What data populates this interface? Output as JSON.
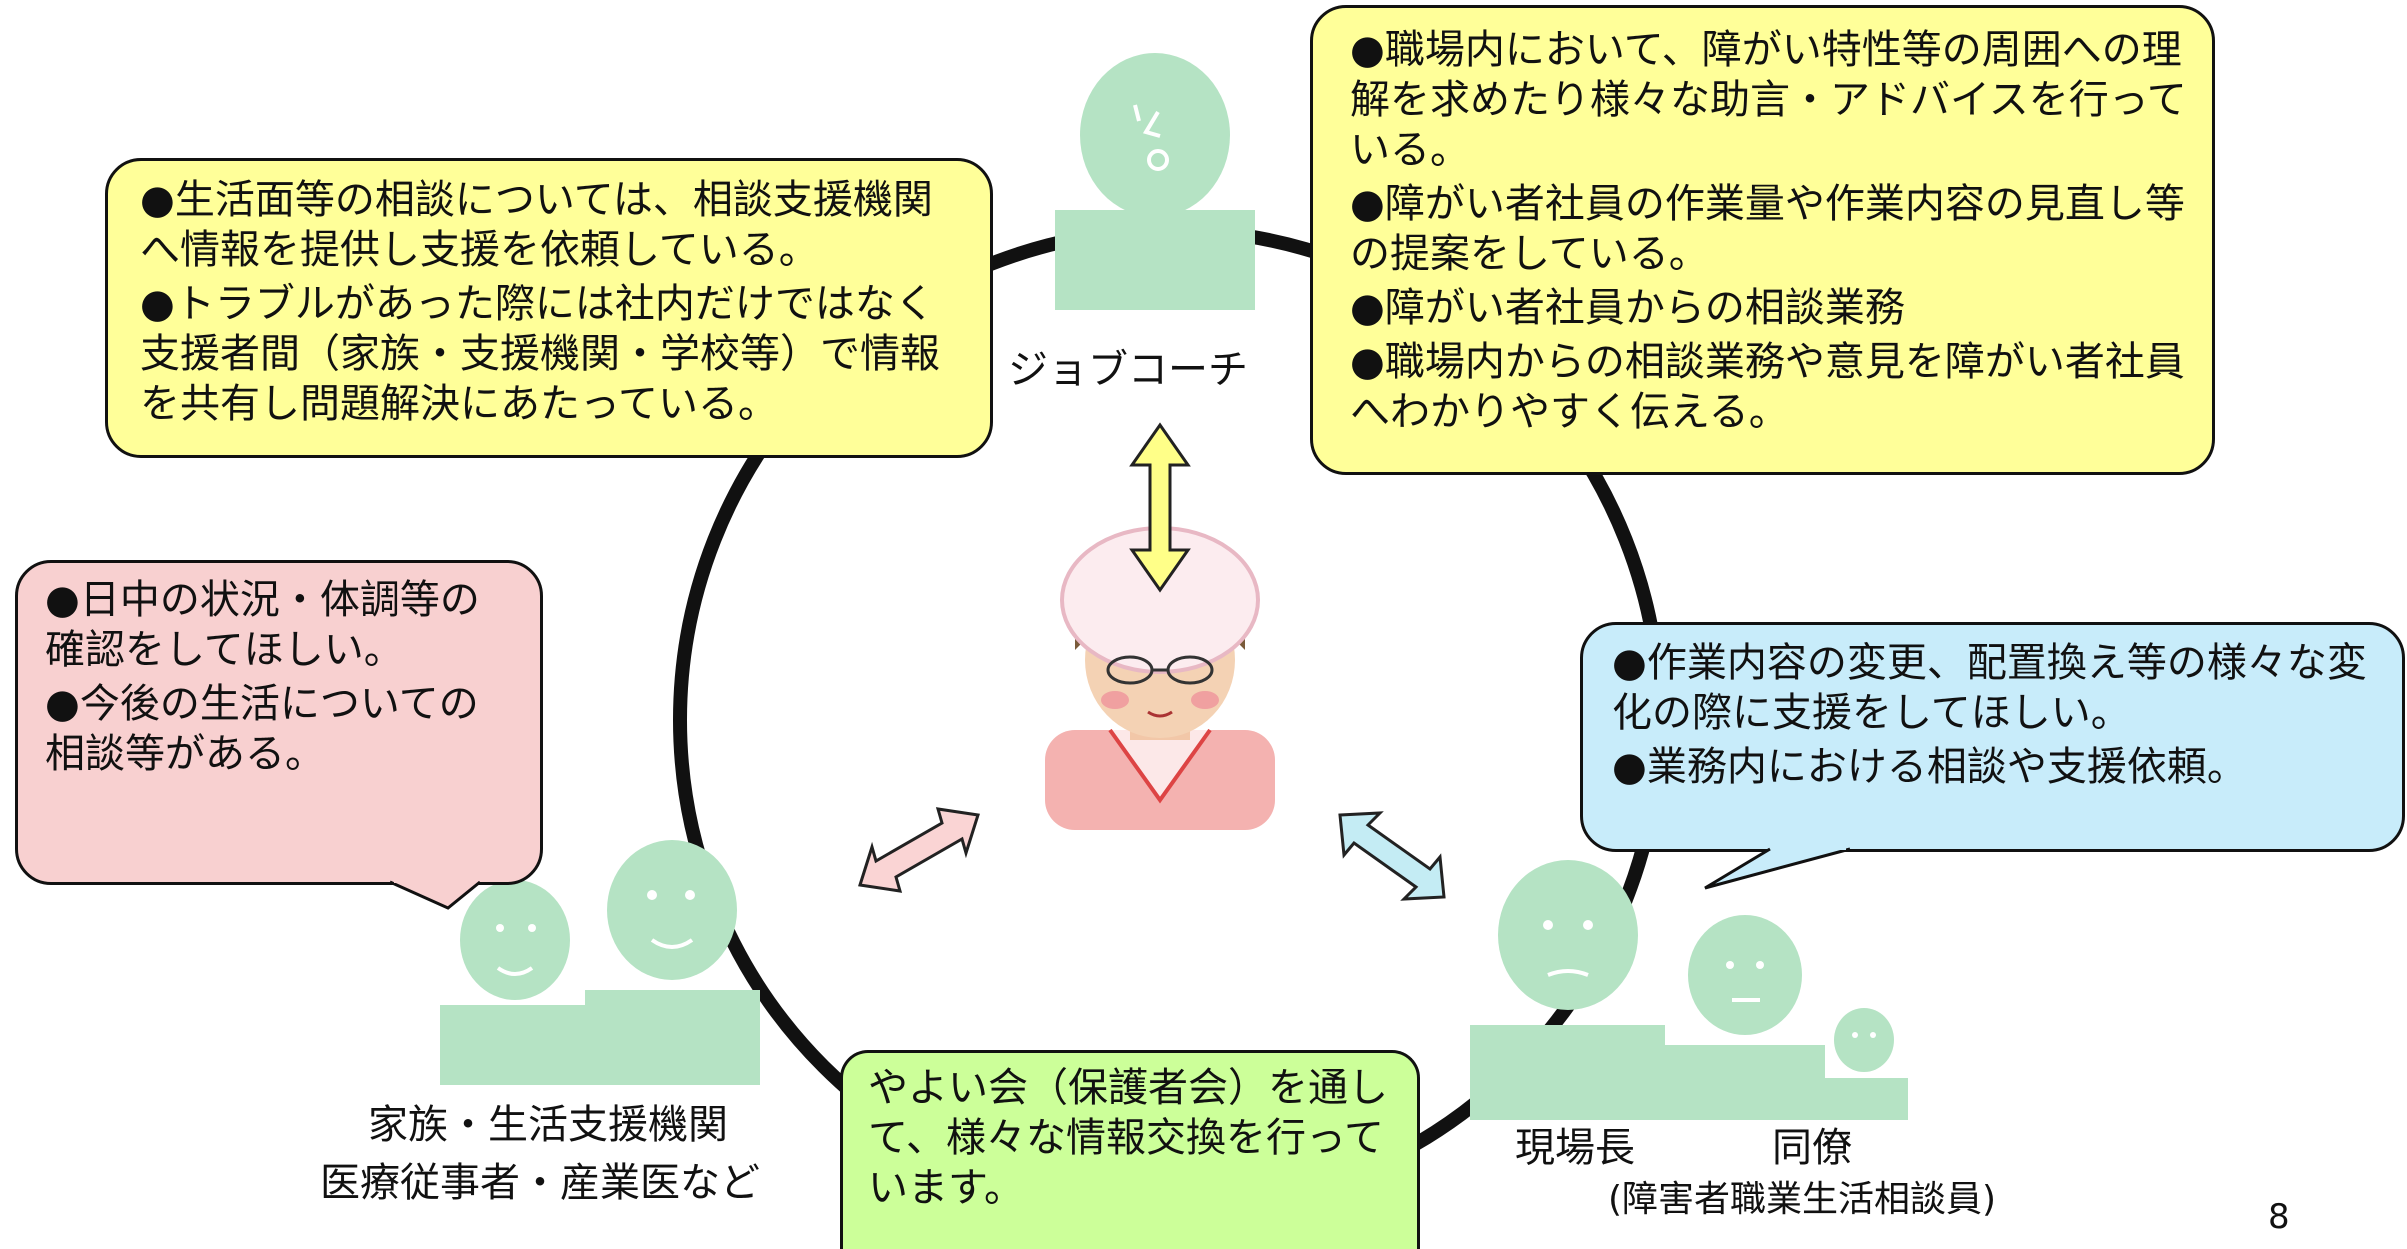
{
  "boxes": {
    "top_left": [
      "●生活面等の相談については、相談支援機関へ情報を提供し支援を依頼している。",
      "●トラブルがあった際には社内だけではなく支援者間（家族・支援機関・学校等）で情報を共有し問題解決にあたっている。"
    ],
    "top_right": [
      "●職場内において、障がい特性等の周囲への理解を求めたり様々な助言・アドバイスを行っている。",
      "●障がい者社員の作業量や作業内容の見直し等の提案をしている。",
      "●障がい者社員からの相談業務",
      "●職場内からの相談業務や意見を障がい者社員へわかりやすく伝える。"
    ],
    "left_pink": [
      "●日中の状況・体調等の確認をしてほしい。",
      "●今後の生活についての相談等がある。"
    ],
    "right_blue": [
      "●作業内容の変更、配置換え等の様々な変化の際に支援をしてほしい。",
      "●業務内における相談や支援依頼。"
    ],
    "bottom_green": "やよい会（保護者会）を通して、様々な情報交換を行っています。"
  },
  "labels": {
    "job_coach": "ジョブコーチ",
    "family_line1": "家族・生活支援機関",
    "family_line2": "医療従事者・産業医など",
    "site_manager": "現場長",
    "colleague": "同僚",
    "counselor": "(障害者職業生活相談員)"
  },
  "page_number": "8",
  "colors": {
    "yellow_box": "#ffff99",
    "pink_box": "#f8d0d0",
    "blue_box": "#c8ecfa",
    "green_box": "#ccff99",
    "person_green": "#b5e3c4",
    "arrow_yellow": "#ffff88",
    "arrow_pink": "#fad4d4",
    "arrow_blue": "#c4ecf4"
  }
}
